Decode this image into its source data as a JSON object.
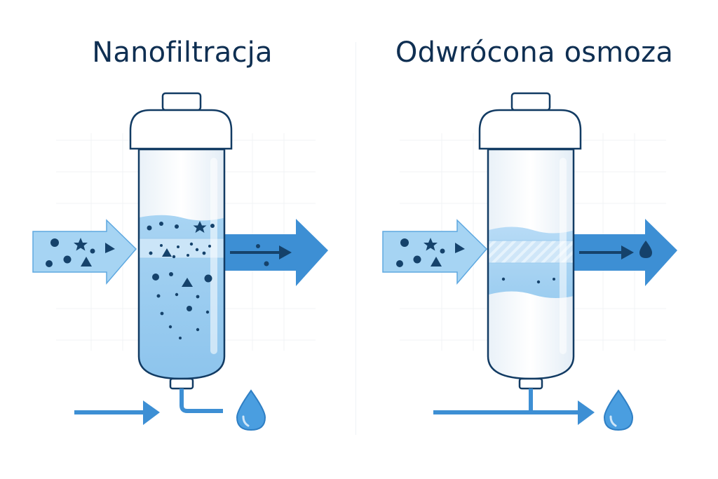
{
  "panels": {
    "left": {
      "title": "Nanofiltracja"
    },
    "right": {
      "title": "Odwrócona osmoza"
    }
  },
  "colors": {
    "title": "#0f2f52",
    "outline": "#123b63",
    "arrow_blue": "#3d8fd4",
    "arrow_light": "#9fd0f2",
    "water_light": "#bfe0f7",
    "water_mid": "#8dc4ec",
    "membrane_rows": "#dff0fb",
    "drop_blue": "#4a9ee0",
    "grid": "#f0f3f6"
  },
  "icons": {
    "particles": [
      "circle",
      "star",
      "triangle"
    ],
    "drop": "water-drop-icon"
  }
}
